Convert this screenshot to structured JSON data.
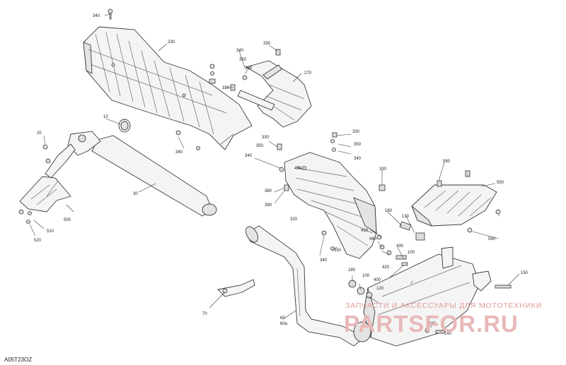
{
  "diagram_code": "A05T23OZ",
  "watermark": {
    "caption": "ЗАПЧАСТИ И АКСЕССУАРЫ ДЛЯ МОТОТЕХНИКИ",
    "logo": "PARTSFOR.RU"
  },
  "callouts": {
    "c10": "10",
    "c20": "20",
    "c30": "30",
    "c60": "60",
    "c60a": "60a",
    "c70": "70",
    "c100a": "100",
    "c100b": "100",
    "c120": "120",
    "c130": "130",
    "c140": "140",
    "c150": "150",
    "c160a": "160",
    "c160b": "160",
    "c180": "180",
    "c230": "230",
    "c270": "270",
    "c320": "320",
    "c330a": "330",
    "c330b": "330",
    "c330c": "330",
    "c330d": "330",
    "c340a": "340",
    "c340b": "340",
    "c340c": "340",
    "c340d": "340",
    "c340e": "340",
    "c340f": "340",
    "c350a": "350",
    "c350b": "350",
    "c350c": "350",
    "c350d": "350",
    "c360": "360",
    "c380": "380",
    "c390": "390",
    "c400": "400",
    "c410": "410",
    "c420": "420",
    "c430": "430",
    "c440": "440",
    "c450": "450",
    "c500": "500",
    "c510": "510",
    "c520": "520",
    "c550": "550",
    "c580": "580",
    "c590": "590"
  }
}
